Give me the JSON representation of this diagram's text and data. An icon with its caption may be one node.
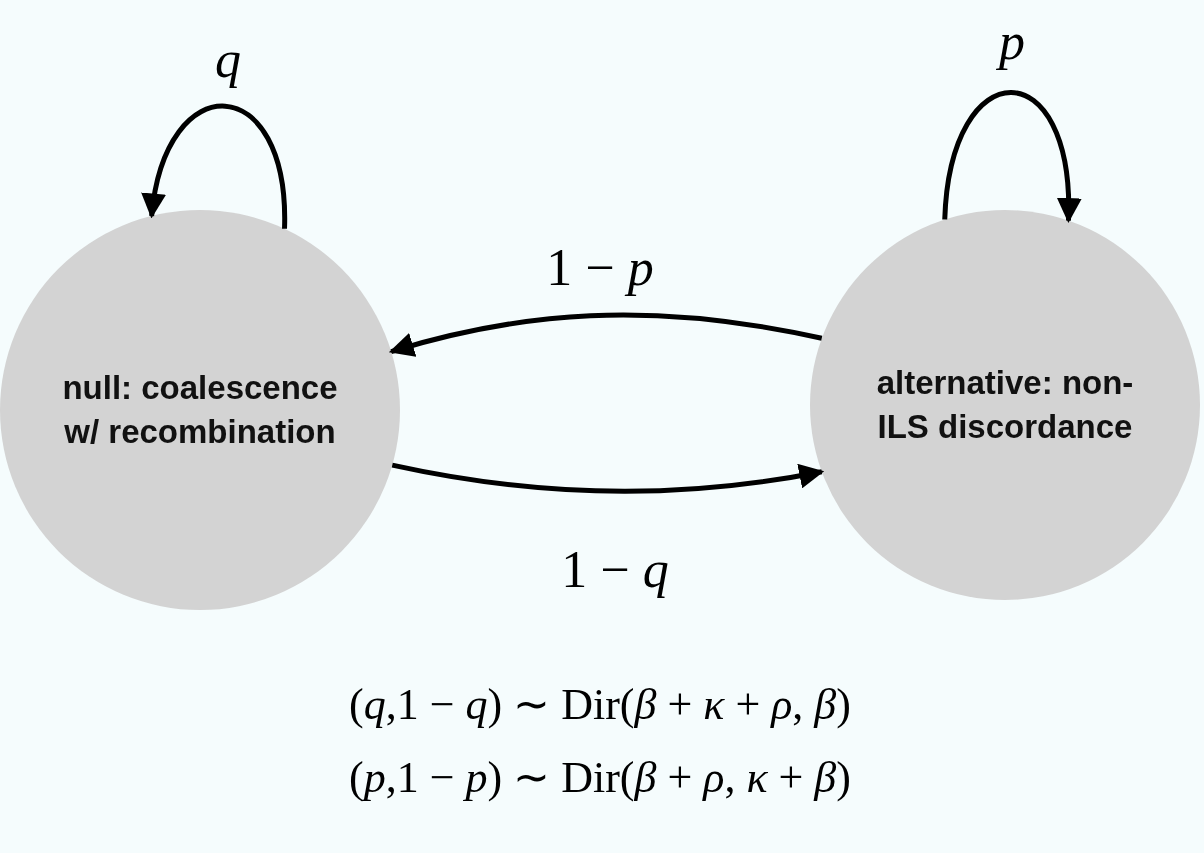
{
  "diagram": {
    "nodes": [
      {
        "text": [
          "null: coalescence w/ recombination"
        ]
      },
      {
        "text": [
          "alternative: non-ILS discordance"
        ]
      }
    ],
    "edges": [
      {
        "from": 0,
        "to": 0,
        "arrow": "to",
        "label": "q"
      },
      {
        "from": 1,
        "to": 1,
        "arrow": "to",
        "label": "p"
      },
      {
        "from": 1,
        "to": 0,
        "arrow": "to",
        "label": "1 − *p*"
      },
      {
        "from": 0,
        "to": 1,
        "arrow": "to",
        "label": "1 − *q*"
      }
    ],
    "labels": [
      "(*q*,1 − *q*) ∼ Dir(*β* + *κ* + *ρ*, *β*)",
      "(*p*,1 − *p*) ∼ Dir(*β* + *ρ*, *κ* + *β*)"
    ]
  }
}
